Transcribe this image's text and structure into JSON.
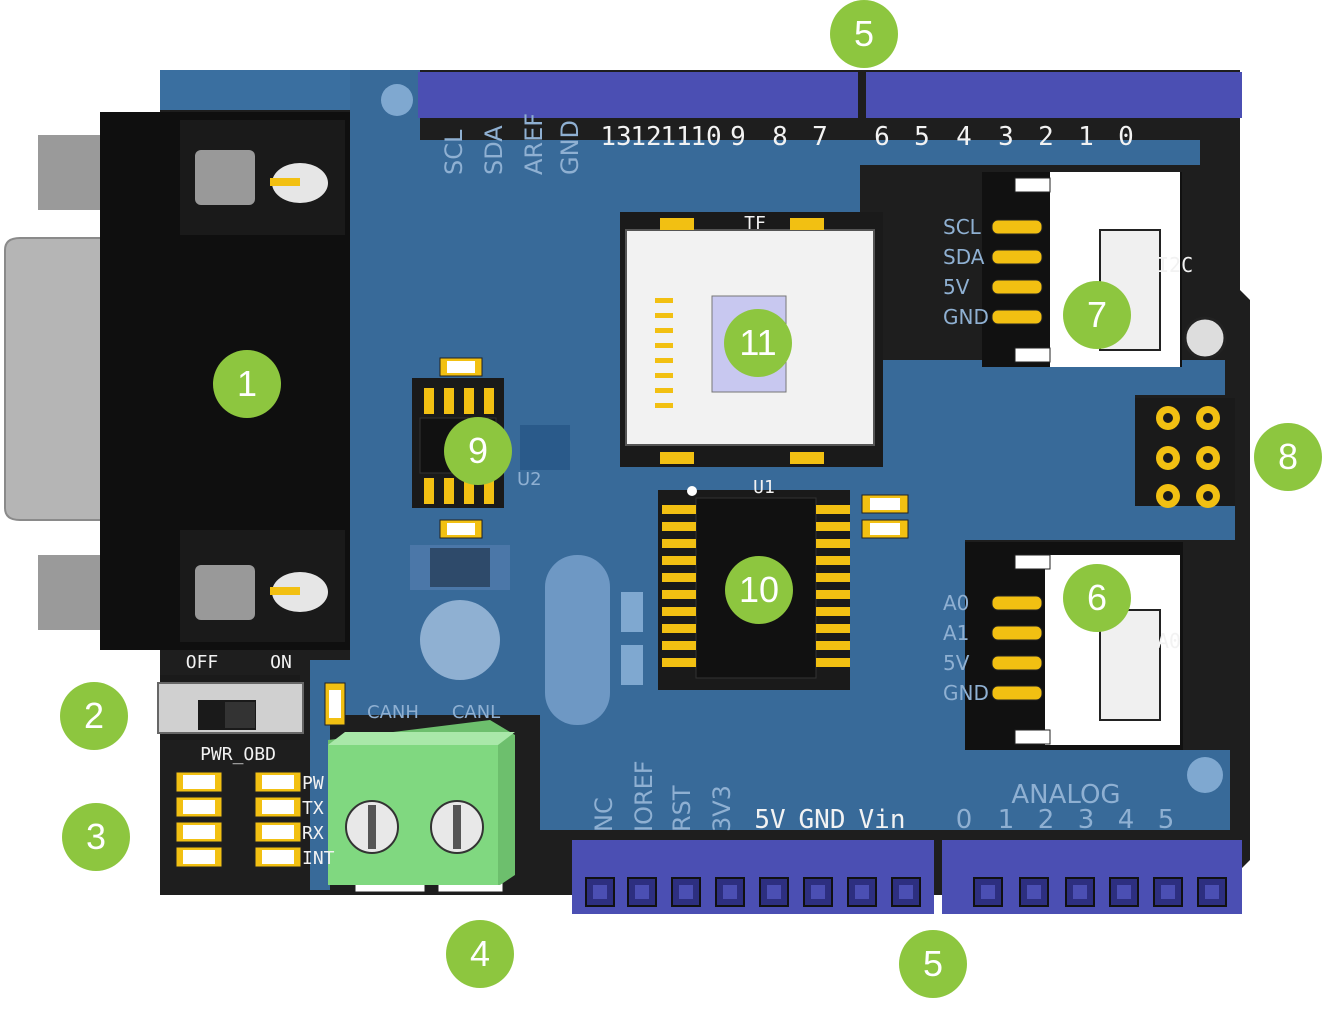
{
  "labels": {
    "digital_pins": [
      "SCL",
      "SDA",
      "AREF",
      "GND",
      "13",
      "12",
      "11",
      "10",
      "9",
      "8",
      "7",
      "6",
      "5",
      "4",
      "3",
      "2",
      "1",
      "0"
    ],
    "power_pins": [
      "NC",
      "IOREF",
      "RST",
      "3V3",
      "5V",
      "GND",
      "Vin"
    ],
    "analog_header": "ANALOG",
    "analog_pins": [
      "0",
      "1",
      "2",
      "3",
      "4",
      "5"
    ],
    "i2c_pins": [
      "SCL",
      "SDA",
      "5V",
      "GND"
    ],
    "i2c_name": "I2C",
    "a0_pins": [
      "A0",
      "A1",
      "5V",
      "GND"
    ],
    "a0_name": "A0",
    "switch_off": "OFF",
    "switch_on": "ON",
    "switch_name": "PWR_OBD",
    "leds": [
      "PW",
      "TX",
      "RX",
      "INT"
    ],
    "canh": "CANH",
    "canl": "CANL",
    "tf": "TF",
    "u1": "U1",
    "u2": "U2"
  },
  "callouts": [
    "1",
    "2",
    "3",
    "4",
    "5",
    "5",
    "6",
    "7",
    "8",
    "9",
    "10",
    "11"
  ],
  "colors": {
    "pcb": "#3a6fa0",
    "pcb_dark": "#1c1c1c",
    "header": "#4b4fb3",
    "terminal": "#7fd37f",
    "callout": "#8dc63f",
    "gold": "#f2c012"
  }
}
